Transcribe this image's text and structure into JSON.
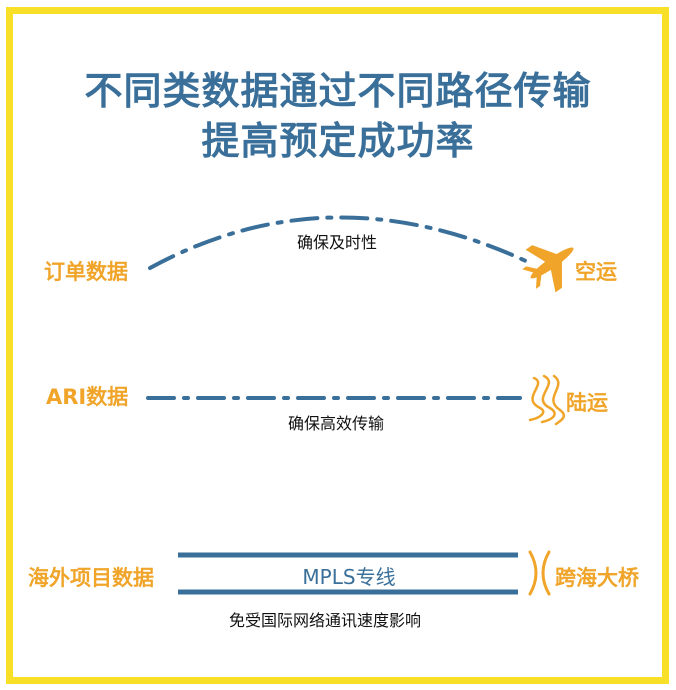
{
  "title": {
    "line1": "不同类数据通过不同路径传输",
    "line2": "提高预定成功率"
  },
  "rows": [
    {
      "source": "订单数据",
      "channel": "空运",
      "caption": "确保及时性",
      "icon": "airplane-icon"
    },
    {
      "source": "ARI数据",
      "channel": "陆运",
      "caption": "确保高效传输",
      "icon": "road-icon"
    },
    {
      "source": "海外项目数据",
      "channel": "跨海大桥",
      "caption": "免受国际网络通讯速度影响",
      "icon": "bridge-icon",
      "line_label": "MPLS专线"
    }
  ],
  "colors": {
    "frame": "#f7e027",
    "title": "#3a6f99",
    "label": "#f0a52a",
    "line": "#3a6f99"
  }
}
